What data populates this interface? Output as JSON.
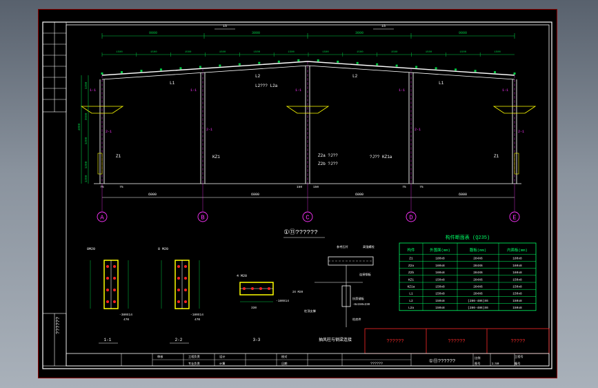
{
  "colors": {
    "background": "#000000",
    "frame": "#ffffff",
    "structure": "#ffffff",
    "dimension": "#00cc44",
    "axis_bubble": "#ff33ff",
    "section_tag": "#ff33ff",
    "bolt": "#ff2222",
    "plate": "#ffff00",
    "table": "#00ff66",
    "title_red": "#ff2a2a",
    "label": "#ffffff"
  },
  "elevation": {
    "title": "①⑪??????",
    "axes": [
      "A",
      "B",
      "C",
      "D",
      "E"
    ],
    "top_dims": [
      "9000",
      "3000",
      "3000",
      "9000"
    ],
    "bay_dims": [
      "6000",
      "6000",
      "6000",
      "6000"
    ],
    "slope_mark": "1",
    "slope_ratio": "15",
    "col_labels": [
      "Z1",
      "KZ1",
      "Z2a ?J??",
      "Z2b ?J??",
      "?J?? KZ1a",
      "Z1"
    ],
    "beam_labels": [
      "L1",
      "L2",
      "L2??? L2a",
      "L2",
      "L1"
    ],
    "left_dims": [
      "1200",
      "3600",
      "1200",
      "1200",
      "1200"
    ],
    "left_total": "4800",
    "base_dims": [
      "75",
      "75",
      "150",
      "150",
      "75",
      "75"
    ]
  },
  "sections": [
    {
      "tag": "1-1",
      "callout": "8M20",
      "plate": "-380X14",
      "dim": "470"
    },
    {
      "tag": "2-2",
      "callout": "8 M20",
      "plate": "-180X14",
      "dim": "470"
    },
    {
      "tag": "3-3",
      "callout": "4 M20",
      "plate": "-180X14",
      "dim": "330"
    }
  ],
  "connection": {
    "title": "抽风柱与钢梁连接",
    "notes": [
      "参考压杆",
      "高强螺栓",
      "连接钢板",
      "2X M20",
      "抗剪键板",
      "-8x150x230",
      "柱顶支撑",
      "柱底件"
    ]
  },
  "member_table": {
    "title": "构件断面表 (Q235)",
    "headers": [
      "构件",
      "外围面(mm)",
      "腹板(mm)",
      "内面板(mm)"
    ],
    "rows": [
      [
        "Z1",
        "180x8",
        "284X6",
        "180x8"
      ],
      [
        "Z2a",
        "160x8",
        "284X6",
        "160x8"
      ],
      [
        "Z2b",
        "160x8",
        "284X6",
        "160x8"
      ],
      [
        "KZ1",
        "150x8",
        "284X6",
        "150x8"
      ],
      [
        "KZ1a",
        "150x8",
        "284X6",
        "150x8"
      ],
      [
        "L1",
        "150x8",
        "284X6",
        "150x8"
      ],
      [
        "L2",
        "150x8",
        "(286-486)X6",
        "150x8"
      ],
      [
        "L2a",
        "150x8",
        "(286-486)X6",
        "150x8"
      ]
    ]
  },
  "title_block": {
    "red_cells": [
      "??????",
      "??????",
      "?????"
    ],
    "project_title": "①⑪??????",
    "bottom_labels": [
      "审核",
      "工程负责",
      "专业负责",
      "设计",
      "计算",
      "校对",
      "日期",
      "比例",
      "图号",
      "工程号",
      "编号"
    ],
    "sheet_no": "1:50",
    "drawing_code": "??????"
  },
  "side_strip": {
    "vertical_text": "??????"
  }
}
